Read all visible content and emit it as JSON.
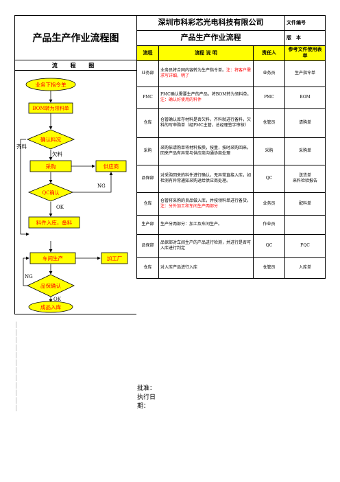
{
  "header": {
    "doc_title": "产品生产作业流程图",
    "company": "深圳市科彩芯光电科技有限公司",
    "doc_no_label": "文件编号",
    "doc_name": "产品生产作业流程",
    "version_label": "版　本"
  },
  "flow": {
    "heading": "流 程 图",
    "nodes": {
      "n1": "业务下指令单",
      "n2": "BOM转为领料单",
      "n3": "确认料况",
      "n4": "采购",
      "n5": "供应商",
      "n6": "QC确认",
      "n7": "料件入库，备料",
      "n8": "车间生产",
      "n9": "加工厂",
      "n10": "品保确认",
      "n11": "成品入库"
    },
    "labels": {
      "qi_liao": "齐料",
      "qian_liao": "欠料",
      "ng1": "NG",
      "ok1": "OK",
      "ng2": "NG",
      "ok2": "OK"
    }
  },
  "table": {
    "columns": [
      "流程",
      "流程 说 明",
      "责任人",
      "参考文件使用表单"
    ],
    "rows": [
      {
        "dept": "业务部",
        "desc": "业务员将合同内容转为生产指令单。",
        "note": "注：将客户需求写详细，明了",
        "owner": "业务员",
        "ref": "生产指令单"
      },
      {
        "dept": "PMC",
        "desc": "PMC确认需要生产的产品，将BOM转为领料单。",
        "note": "注：确认好使用的料件",
        "owner": "PMC",
        "ref": "BOM"
      },
      {
        "dept": "仓库",
        "desc": "仓管确认库存材料是否欠料，齐料就进行备料，欠料的写申购单（经PMC主管，总经理签字审核）",
        "note": "",
        "owner": "仓管员",
        "ref": "请购单"
      },
      {
        "dept": "采购",
        "desc": "采购依请购单将材料按质，按量，按时采购回来。回来产品有异常与供应商沟通协商处理",
        "note": "",
        "owner": "采购",
        "ref": "采购单"
      },
      {
        "dept": "品保部",
        "desc": "对采购回来的料件进行确认，无异常直接入库，如检测有异常通知采购退给供应商处理。",
        "note": "",
        "owner": "QC",
        "ref": "送货单\n来料检验报告"
      },
      {
        "dept": "仓库",
        "desc": "仓管将采购的良品做入库，并按领料单进行备货。",
        "note": "注：分外加工和车间生产两部分",
        "owner": "业务员",
        "ref": "配料单"
      },
      {
        "dept": "生产部",
        "desc": "生产分两部分：加工及车间生产。",
        "note": "",
        "owner": "作业员",
        "ref": ""
      },
      {
        "dept": "品保部",
        "desc": "品保部对车间生产的产品进行检测，并进行是否可入库进行判定",
        "note": "",
        "owner": "QC",
        "ref": "FQC"
      },
      {
        "dept": "仓库",
        "desc": "对入库产品进行入库",
        "note": "",
        "owner": "仓管员",
        "ref": "入库单"
      }
    ]
  },
  "footer": {
    "approve": "批准：",
    "execute": "执行日期："
  },
  "colors": {
    "node_fill": "#ffff00",
    "title_fill": "#ffff00",
    "node_text": "#ff0000",
    "note_text": "#ff0000"
  }
}
